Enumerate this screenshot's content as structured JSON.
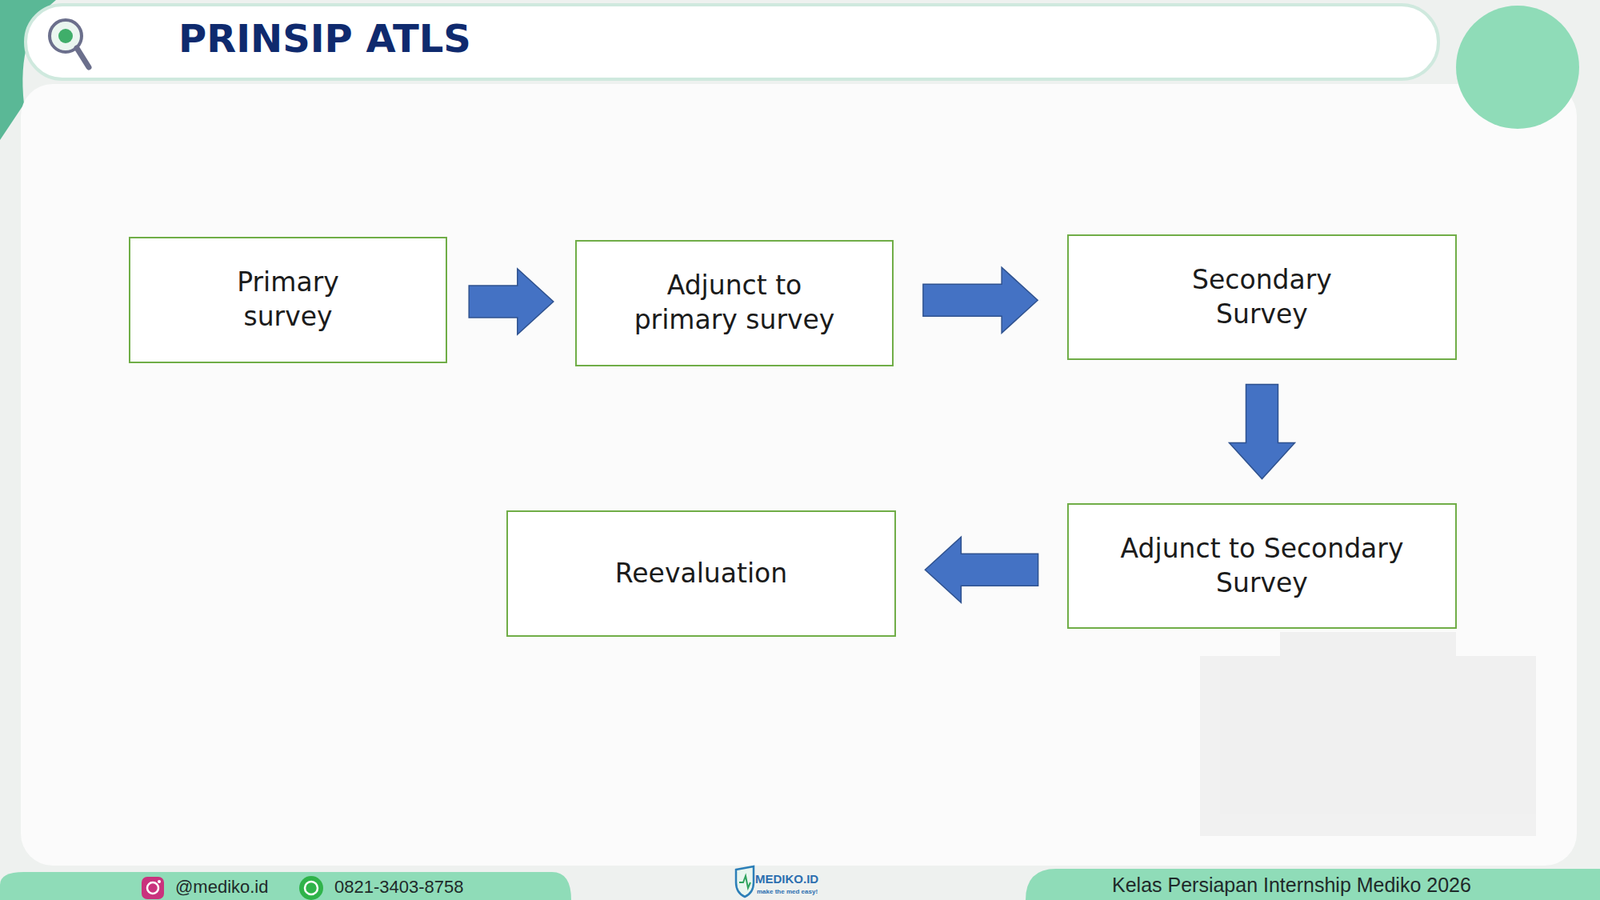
{
  "diagram": {
    "title": "PRINSIP ATLS",
    "nodes": [
      {
        "text": [
          "Primary survey"
        ]
      },
      {
        "text": [
          "Adjunct to primary survey"
        ]
      },
      {
        "text": [
          "Secondary Survey"
        ]
      },
      {
        "text": [
          "Adjunct to Secondary Survey"
        ]
      },
      {
        "text": [
          "Reevaluation"
        ]
      }
    ],
    "edges": [
      {
        "from": 0,
        "to": 1,
        "arrow": "to"
      },
      {
        "from": 1,
        "to": 2,
        "arrow": "to"
      },
      {
        "from": 2,
        "to": 3,
        "arrow": "to"
      },
      {
        "from": 3,
        "to": 4,
        "arrow": "to"
      }
    ],
    "labels": [
      "@mediko.id",
      "0821-3403-8758",
      "MEDIKO.ID",
      "make the med easy!",
      "Kelas Persiapan Internship Mediko 2026"
    ]
  }
}
